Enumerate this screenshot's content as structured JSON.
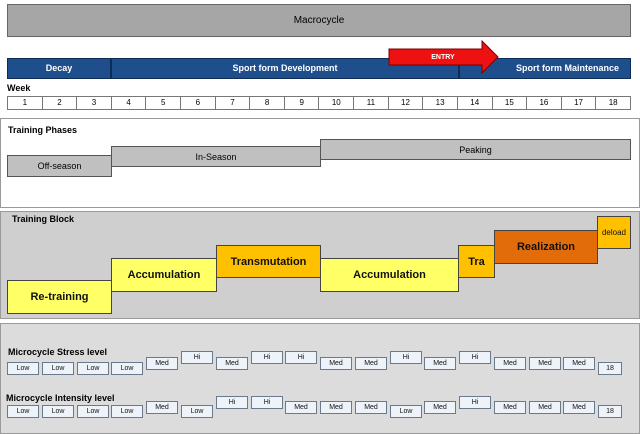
{
  "macrocycle": {
    "title": "Macrocycle"
  },
  "goals": {
    "decay": "Decay",
    "development": "Sport form Development",
    "maintenance": "Sport form Maintenance",
    "entry": "ENTRY"
  },
  "week": {
    "title": "Week",
    "numbers": [
      "1",
      "2",
      "3",
      "4",
      "5",
      "6",
      "7",
      "8",
      "9",
      "10",
      "11",
      "12",
      "13",
      "14",
      "15",
      "16",
      "17",
      "18"
    ]
  },
  "phases": {
    "title": "Training Phases",
    "off_season": "Off-season",
    "in_season": "In-Season",
    "peaking": "Peaking"
  },
  "blocks": {
    "title": "Training Block",
    "retraining": "Re-training",
    "accumulation_1": "Accumulation",
    "transmutation": "Transmutation",
    "accumulation_2": "Accumulation",
    "tra": "Tra",
    "realization": "Realization",
    "deload": "deload"
  },
  "stress": {
    "title": "Microcycle Stress level",
    "levels": [
      "Low",
      "Low",
      "Low",
      "Low",
      "Med",
      "Hi",
      "Med",
      "Hi",
      "Hi",
      "Med",
      "Med",
      "Hi",
      "Med",
      "Hi",
      "Med",
      "Med",
      "Med",
      "18"
    ]
  },
  "intensity": {
    "title": "Microcycle Intensity level",
    "levels": [
      "Low",
      "Low",
      "Low",
      "Low",
      "Med",
      "Low",
      "Hi",
      "Hi",
      "Med",
      "Med",
      "Med",
      "Low",
      "Med",
      "Hi",
      "Med",
      "Med",
      "Med",
      "18"
    ]
  },
  "colors": {
    "navy": "#1f4e8c",
    "entry_red": "#ee1111",
    "yellow": "#ffff66",
    "gold": "#ffc000",
    "orange": "#e36c0a",
    "light_yellow": "#ffff99"
  }
}
